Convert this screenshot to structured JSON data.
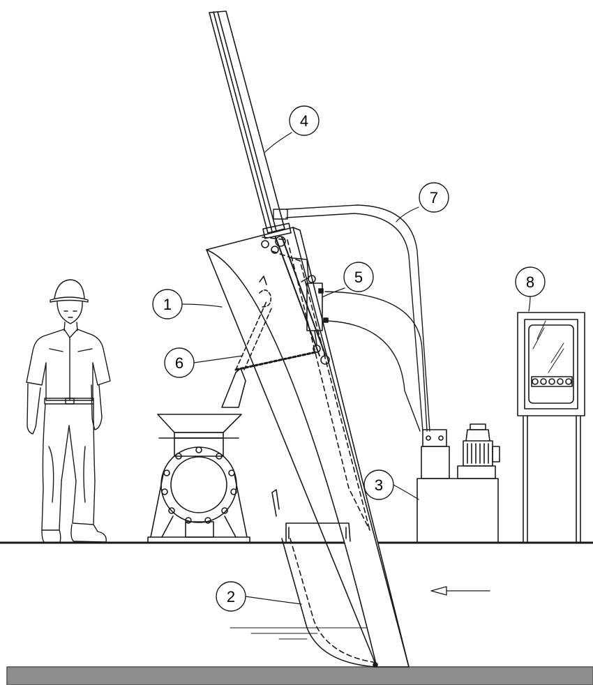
{
  "colors": {
    "ink": "#1a1a1a",
    "floor": "#8c8c8c",
    "background": "#ffffff"
  },
  "callouts": [
    {
      "label": "1",
      "part": "screen-frame"
    },
    {
      "label": "2",
      "part": "curved-rake-track"
    },
    {
      "label": "3",
      "part": "hydraulic-power-unit"
    },
    {
      "label": "4",
      "part": "guide-rail"
    },
    {
      "label": "5",
      "part": "hydraulic-cylinder"
    },
    {
      "label": "6",
      "part": "rake-arm"
    },
    {
      "label": "7",
      "part": "hydraulic-hoses"
    },
    {
      "label": "8",
      "part": "control-panel"
    }
  ],
  "icons": {
    "flow_arrow": "arrow-left-icon"
  }
}
